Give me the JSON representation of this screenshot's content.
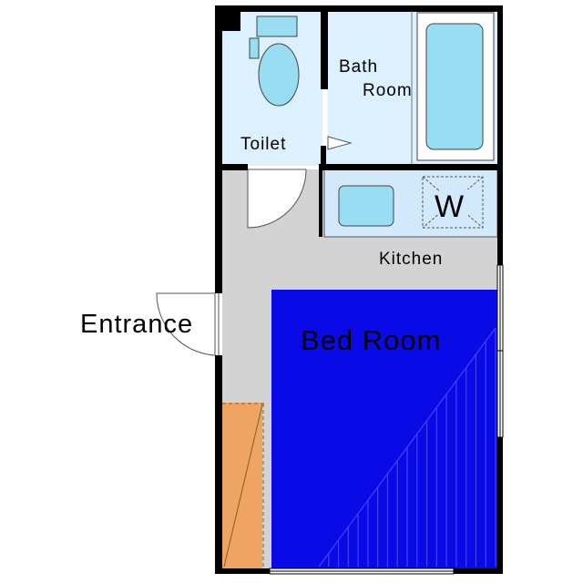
{
  "floor_plan": {
    "rooms": {
      "toilet": {
        "label": "Toilet",
        "color": "#DDF0FF"
      },
      "bath": {
        "label_line1": "Bath",
        "label_line2": "Room",
        "color": "#DDF0FF"
      },
      "kitchen": {
        "label": "Kitchen",
        "color": "#D2E9FB"
      },
      "bedroom": {
        "label": "Bed Room",
        "color": "#0A0AE6"
      },
      "entrance": {
        "label": "Entrance"
      },
      "hall": {
        "color": "#D3D3D3"
      },
      "closet": {
        "color": "#F0A464"
      }
    },
    "fixtures": {
      "washer": {
        "label": "W",
        "icon": "washing-machine-space-icon"
      },
      "sink": {
        "icon": "kitchen-sink-icon"
      },
      "bathtub": {
        "icon": "bathtub-icon"
      },
      "toilet_bowl": {
        "icon": "toilet-icon"
      }
    },
    "colors": {
      "wall": "#000000",
      "fixture": "#99DDF2",
      "fixture_stroke": "#444444",
      "door_line": "#555555"
    }
  }
}
